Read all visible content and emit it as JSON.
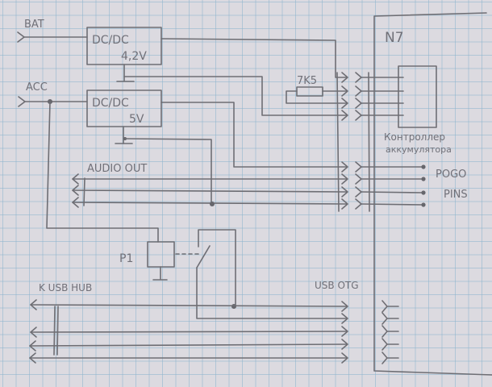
{
  "title": "Hand-drawn schematic: N7 power, audio, pogo pins and USB wiring",
  "labels": {
    "bat": "BAT",
    "acc": "ACC",
    "dcdc1_line1": "DC/DC",
    "dcdc1_line2": "4,2V",
    "dcdc2_line1": "DC/DC",
    "dcdc2_line2": "5V",
    "resistor": "7K5",
    "device": "N7",
    "controller_line1": "Контроллер",
    "controller_line2": "аккумулятора",
    "audio_out": "AUDIO OUT",
    "pogo_line1": "POGO",
    "pogo_line2": "PINS",
    "relay": "P1",
    "usb_hub": "K USB HUB",
    "usb_otg": "USB OTG"
  },
  "colors": {
    "paper": "#dcdae0",
    "grid": "#8cb4cd",
    "pencil": "#6e6e74"
  }
}
